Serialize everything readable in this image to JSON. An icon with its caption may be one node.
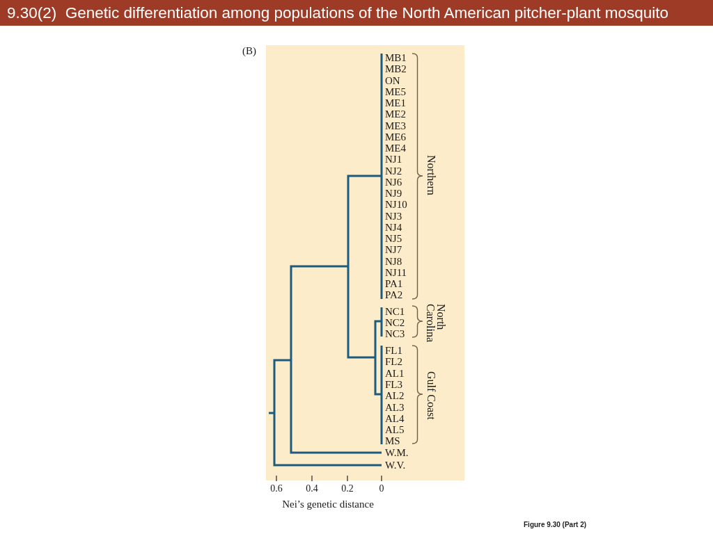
{
  "diagram": {
    "title": "9.30(2)  Genetic differentiation among populations of the North American pitcher-plant mosquito",
    "caption": "Figure 9.30 (Part 2)",
    "labels": [
      "(B)",
      "MB1",
      "MB2",
      "ON",
      "ME5",
      "ME1",
      "ME2",
      "ME3",
      "ME6",
      "ME4",
      "NJ1",
      "NJ2",
      "NJ6",
      "NJ9",
      "NJ10",
      "NJ3",
      "NJ4",
      "NJ5",
      "NJ7",
      "NJ8",
      "NJ11",
      "PA1",
      "PA2",
      "NC1",
      "NC2",
      "NC3",
      "FL1",
      "FL2",
      "AL1",
      "FL3",
      "AL2",
      "AL3",
      "AL4",
      "AL5",
      "MS",
      "W.M.",
      "W.V.",
      "Northern",
      "North Carolina",
      "Gulf Coast",
      "0.6",
      "0.4",
      "0.2",
      "0",
      "Nei’s genetic distance"
    ]
  }
}
